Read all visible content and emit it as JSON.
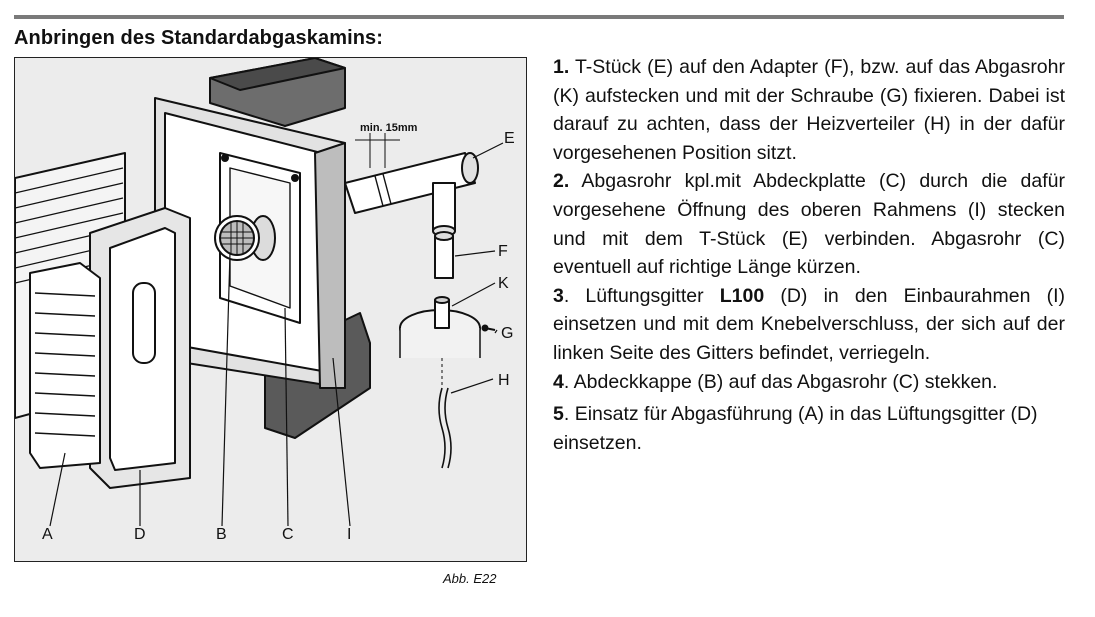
{
  "heading": "Anbringen des Standardabgaskamins:",
  "figure": {
    "caption": "Abb. E22",
    "dimension_label": "min. 15mm",
    "labels": {
      "A": "A",
      "B": "B",
      "C": "C",
      "D": "D",
      "E": "E",
      "F": "F",
      "G": "G",
      "H": "H",
      "I": "I",
      "K": "K"
    }
  },
  "steps": [
    {
      "number": "1.",
      "text": " T-Stück (E) auf den Adapter (F), bzw. auf das Abgasrohr (K) aufstecken und mit der Schraube (G) fixieren. Dabei ist darauf zu achten, dass der Heizverteiler (H) in der dafür vorgesehenen Position sitzt."
    },
    {
      "number": "2.",
      "text": " Abgasrohr kpl.mit Abdeckplatte (C) durch die dafür vorgesehene Öffnung des oberen Rahmens (I) stecken und mit dem T-Stück (E) verbinden. Abgasrohr (C) eventuell auf richtige Länge kürzen."
    },
    {
      "number": "3",
      "text_before": ". Lüftungsgitter ",
      "bold": "L100",
      "text_after": " (D) in den Einbaurahmen (I) einsetzen und mit dem Knebelverschluss, der sich auf der linken Seite des Gitters befindet, verriegeln."
    },
    {
      "number": "4",
      "text": ". Abdeckkappe (B) auf das Abgasrohr (C) stekken."
    },
    {
      "number": "5",
      "text": ". Einsatz für Abgasführung (A) in das Lüftungsgitter (D) einsetzen."
    }
  ]
}
